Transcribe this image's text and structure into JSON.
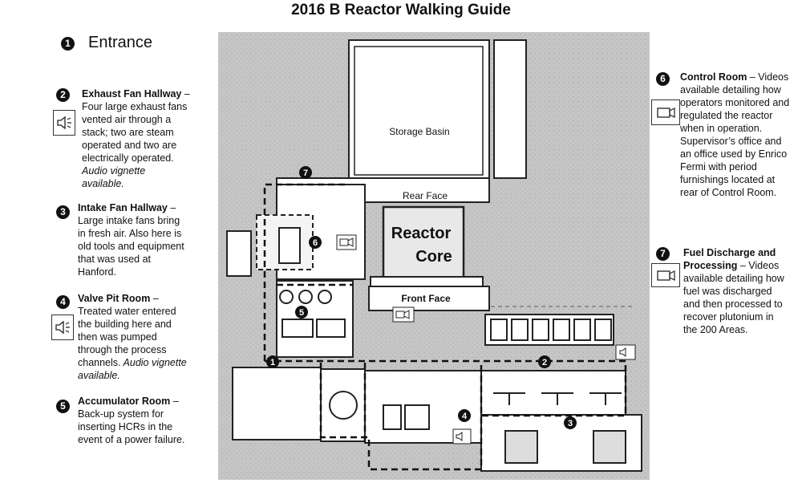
{
  "title": "2016 B Reactor Walking Guide",
  "entrance": {
    "number": "1",
    "label": "Entrance"
  },
  "stops": [
    {
      "number": "2",
      "heading": "Exhaust Fan Hallway",
      "dash": " –",
      "lines": [
        "Four large exhaust fans",
        "vented air through a",
        "stack; two are steam",
        "operated and two are",
        "electrically operated."
      ],
      "note": [
        "Audio vignette",
        "available."
      ],
      "media": "speaker-icon"
    },
    {
      "number": "3",
      "heading": "Intake Fan  Hallway",
      "dash": " –",
      "lines": [
        "Large intake fans bring",
        "in fresh air. Also here is",
        "old tools and equipment",
        "that was used at",
        "Hanford."
      ],
      "note": [],
      "media": ""
    },
    {
      "number": "4",
      "heading": "Valve Pit Room",
      "dash": " –",
      "lines": [
        "Treated water entered",
        "the building here and",
        "then was pumped",
        "through the process",
        "channels."
      ],
      "note_inline": " Audio vignette",
      "note": [
        "available."
      ],
      "media": "speaker-icon"
    },
    {
      "number": "5",
      "heading": "Accumulator Room",
      "dash": " –",
      "lines": [
        "Back-up system for",
        "inserting HCRs in the",
        "event of a power failure."
      ],
      "note": [],
      "media": ""
    },
    {
      "number": "6",
      "heading": "Control Room",
      "dash": " – Videos",
      "lines": [
        "available detailing how",
        "operators monitored and",
        "regulated the reactor",
        "when in operation.",
        "Supervisor’s office and",
        "an office used by Enrico",
        "Fermi with period",
        "furnishings located at",
        "rear of Control Room."
      ],
      "note": [],
      "media": "camera-icon"
    },
    {
      "number": "7",
      "heading": "Fuel Discharge and",
      "heading2": "Processing",
      "dash": " – Videos",
      "lines": [
        "available detailing how",
        "fuel was discharged",
        "and then processed to",
        "recover plutonium in",
        "the 200 Areas."
      ],
      "note": [],
      "media": "camera-icon"
    }
  ],
  "map": {
    "storage_basin": "Storage Basin",
    "rear_face": "Rear Face",
    "reactor_line1": "Reactor",
    "reactor_line2": "Core",
    "front_face": "Front Face",
    "markers": [
      "1",
      "2",
      "3",
      "4",
      "5",
      "6",
      "7"
    ]
  },
  "colors": {
    "marker": "#111111",
    "wall": "#222222",
    "floor": "#c9c9c9",
    "route": "#111111"
  }
}
